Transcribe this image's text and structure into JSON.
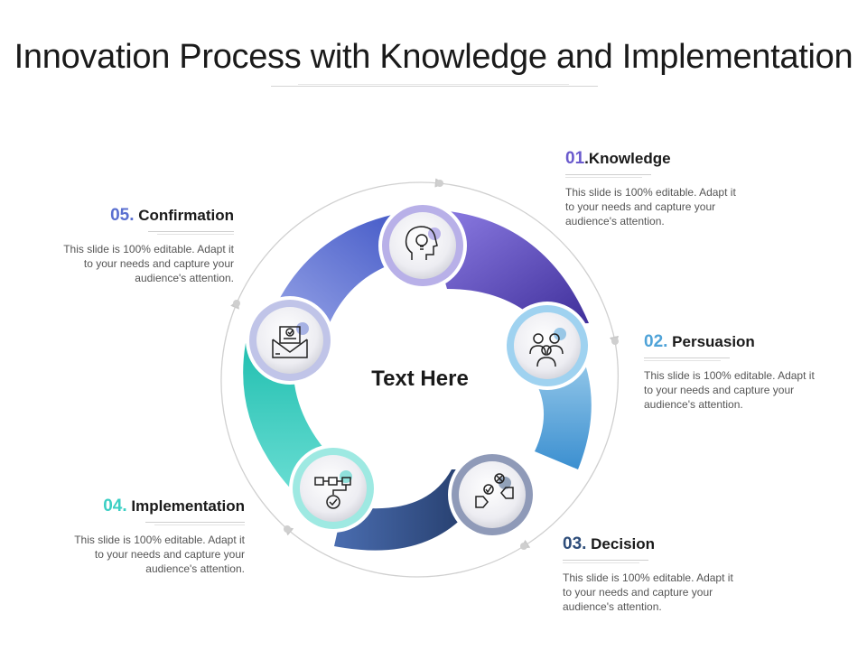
{
  "title": "Innovation Process with Knowledge and Implementation",
  "center_text": "Text Here",
  "colors": {
    "knowledge": "#6a5acd",
    "persuasion": "#4fa3d8",
    "decision": "#2e4d7a",
    "implementation": "#3ccfc4",
    "confirmation": "#5a6fd0"
  },
  "steps": [
    {
      "num": "01",
      "sep": ".",
      "name": "Knowledge",
      "icon": "brain-lightbulb-icon",
      "desc": "This slide is 100% editable. Adapt it to your needs and capture your audience's attention."
    },
    {
      "num": "02.",
      "sep": " ",
      "name": "Persuasion",
      "icon": "people-group-icon",
      "desc": "This slide is 100% editable. Adapt it to your needs and capture your audience's attention."
    },
    {
      "num": "03.",
      "sep": " ",
      "name": "Decision",
      "icon": "decision-hands-icon",
      "desc": "This slide is 100% editable. Adapt it to your needs and capture your audience's attention."
    },
    {
      "num": "04.",
      "sep": " ",
      "name": "Implementation",
      "icon": "workflow-check-icon",
      "desc": "This slide is 100% editable. Adapt it to your needs and capture your audience's attention."
    },
    {
      "num": "05.",
      "sep": " ",
      "name": "Confirmation",
      "icon": "envelope-check-icon",
      "desc": "This slide is 100% editable. Adapt it to your needs and capture your audience's attention."
    }
  ]
}
